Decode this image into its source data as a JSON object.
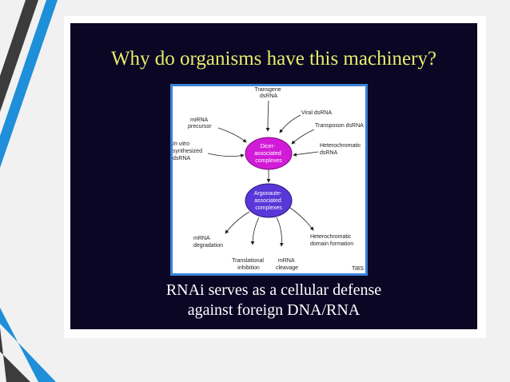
{
  "slide": {
    "title": "Why do organisms have this machinery?",
    "caption_line1": "RNAi serves as a cellular defense",
    "caption_line2": "against foreign DNA/RNA"
  },
  "diagram": {
    "inputs": {
      "transgene": [
        "Transgene",
        "dsRNA"
      ],
      "mirna": [
        "miRNA",
        "precursor"
      ],
      "viral": [
        "Viral dsRNA"
      ],
      "transposon": [
        "Transposon dsRNA"
      ],
      "invitro": [
        "In vitro",
        "synthesized",
        "dsRNA"
      ],
      "heterochromatic": [
        "Heterochromatic",
        "dsRNA"
      ]
    },
    "dicer_node": [
      "Dicer-",
      "associated",
      "complexes"
    ],
    "argonaute_node": [
      "Argonaute-",
      "associated",
      "complexes"
    ],
    "outputs": {
      "mrna_degradation": [
        "mRNA",
        "degradation"
      ],
      "translational_inhibition": [
        "Translational",
        "inhibition"
      ],
      "mrna_cleavage": [
        "mRNA",
        "cleavage"
      ],
      "heterochromatic_domain": [
        "Heterochromatic",
        "domain formation"
      ]
    },
    "journal_mark": "TiBS",
    "colors": {
      "dicer_fill": "#d21bd8",
      "argonaute_fill": "#5a37d8",
      "box_border": "#3b82d6",
      "title": "#e8ec6a"
    }
  }
}
